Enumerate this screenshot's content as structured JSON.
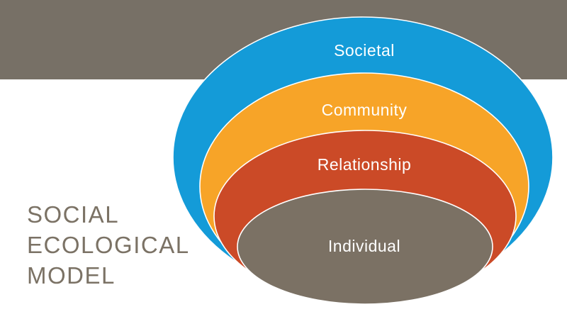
{
  "slide": {
    "background_color": "#ffffff",
    "band_color": "#777066",
    "title": {
      "lines": [
        "SOCIAL",
        "ECOLOGICAL",
        "MODEL"
      ],
      "full_text": "SOCIAL ECOLOGICAL MODEL",
      "color": "#7b7265"
    }
  },
  "diagram": {
    "type": "stacked-venn",
    "label_color": "#ffffff",
    "outline_color": "#ffffff",
    "levels": [
      {
        "label": "Societal",
        "color": "#149bd8"
      },
      {
        "label": "Community",
        "color": "#f7a428"
      },
      {
        "label": "Relationship",
        "color": "#cb4a27"
      },
      {
        "label": "Individual",
        "color": "#7b7164"
      }
    ]
  }
}
